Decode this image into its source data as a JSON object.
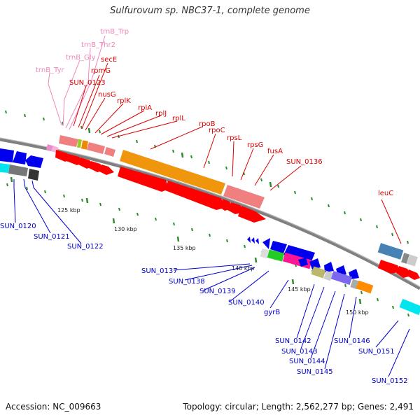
{
  "title": "Sulfurovum sp. NBC37-1, complete genome",
  "footer": {
    "accession": "Accession: NC_009663",
    "summary": "Topology: circular; Length: 2,562,277 bp; Genes: 2,491"
  },
  "colors": {
    "backbone": "#808080",
    "tick": "#2e8b2e",
    "forward_label": "#dd0000",
    "reverse_label": "#0000cc",
    "trna_label": "#ee88bb"
  },
  "scale_labels": [
    "125 kbp",
    "130 kbp",
    "135 kbp",
    "140 kbp",
    "145 kbp",
    "150 kbp"
  ],
  "trna_labels": [
    "trnB_Trp",
    "trnB_Thr2",
    "trnB_Gly",
    "trnB_Tyr"
  ],
  "forward_labels": [
    "secE",
    "rpmG",
    "SUN_0123",
    "nusG",
    "rplK",
    "rplA",
    "rplJ",
    "rplL",
    "rpoB",
    "rpoC",
    "rpsL",
    "rpsG",
    "fusA",
    "SUN_0136",
    "leuC"
  ],
  "reverse_labels": [
    "SUN_0120",
    "SUN_0121",
    "SUN_0122",
    "SUN_0137",
    "SUN_0138",
    "SUN_0139",
    "SUN_0140",
    "gyrB",
    "SUN_0142",
    "SUN_0143",
    "SUN_0144",
    "SUN_0145",
    "SUN_0146",
    "SUN_0151",
    "SUN_0152"
  ]
}
